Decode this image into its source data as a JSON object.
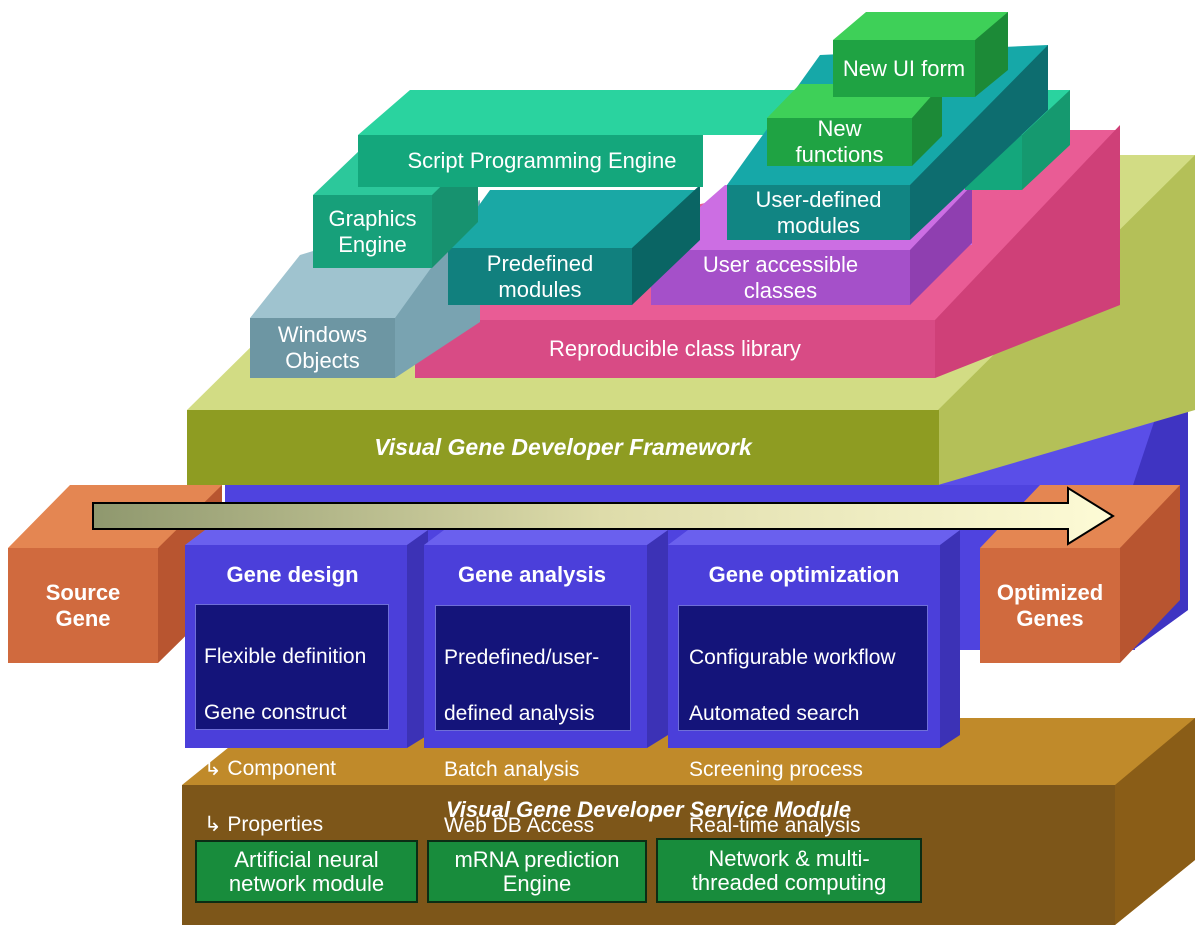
{
  "colors": {
    "service_base": "#98661b",
    "blue_core": "#4f43df",
    "framework": "#92a126",
    "class_library": "#de4f88",
    "accessible_classes": "#a550c9",
    "predefined_teal": "#12807e",
    "script_green": "#14a77c",
    "new_green": "#1f9a3c",
    "source_orange": "#d06a3e",
    "panel_dark": "#14147a"
  },
  "framework": {
    "title": "Visual Gene Developer Framework",
    "blocks": {
      "windows_objects": "Windows\nObjects",
      "class_library": "Reproducible class library",
      "predefined_modules": "Predefined\nmodules",
      "user_accessible_classes": "User accessible\nclasses",
      "graphics_engine": "Graphics\nEngine",
      "script_engine": "Script Programming Engine",
      "user_defined_modules": "User-defined\nmodules",
      "new_functions": "New\nfunctions",
      "new_ui_form": "New UI form"
    }
  },
  "source_gene": "Source\nGene",
  "optimized_genes": "Optimized\nGenes",
  "stages": [
    {
      "title": "Gene design",
      "lines": [
        "Flexible definition",
        " Gene construct",
        "   ↳ Component",
        "         ↳ Properties"
      ]
    },
    {
      "title": "Gene analysis",
      "lines": [
        "Predefined/user-",
        "  defined analysis",
        "Batch analysis",
        "Web DB Access"
      ]
    },
    {
      "title": "Gene optimization",
      "lines": [
        "Configurable workflow",
        "Automated search",
        "Screening process",
        "Real-time analysis"
      ]
    }
  ],
  "service": {
    "title": "Visual Gene Developer Service Module",
    "modules": [
      "Artificial neural\nnetwork module",
      "mRNA prediction\nEngine",
      "Network & multi-\nthreaded computing"
    ]
  }
}
